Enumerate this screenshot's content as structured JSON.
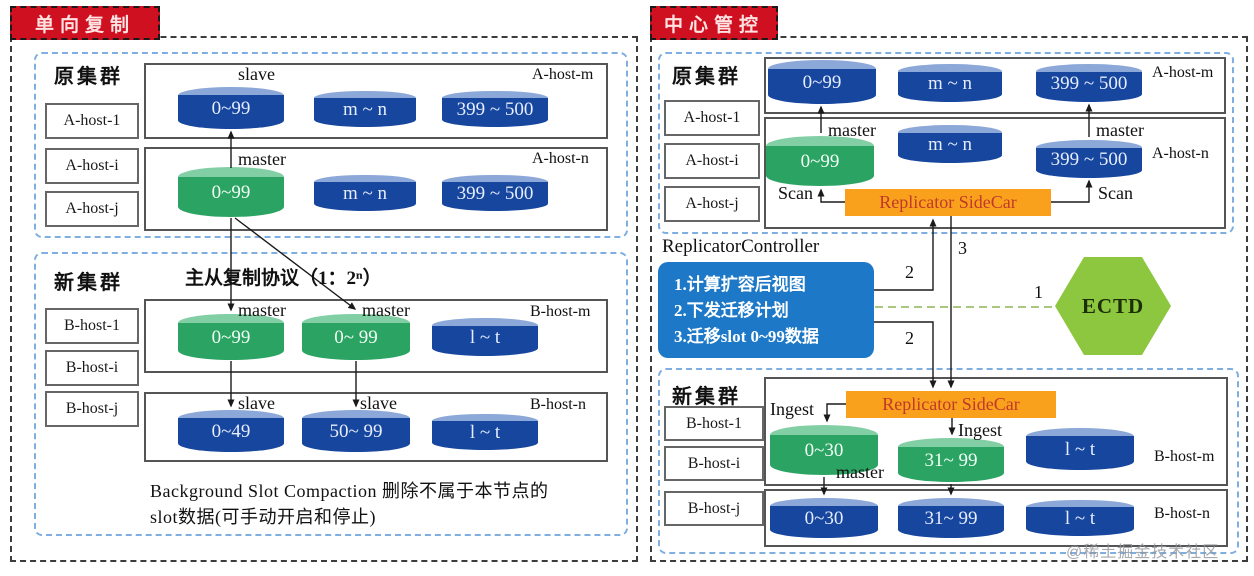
{
  "watermark": "@稀土掘金技术社区",
  "left": {
    "badge": "单向复制",
    "orig": {
      "label": "原集群",
      "hosts": [
        "A-host-1",
        "A-host-i",
        "A-host-j"
      ]
    },
    "hostm": {
      "name": "A-host-m",
      "role": "slave",
      "cyl1": "0~99",
      "cyl2": "m ~ n",
      "cyl3": "399 ~ 500"
    },
    "hostn": {
      "name": "A-host-n",
      "role": "master",
      "cyl1": "0~99",
      "cyl2": "m ~ n",
      "cyl3": "399 ~ 500"
    },
    "neo": {
      "label": "新集群",
      "hosts": [
        "B-host-1",
        "B-host-i",
        "B-host-j"
      ]
    },
    "protocol": "主从复制协议（1：2ⁿ）",
    "hostbm": {
      "name": "B-host-m",
      "role1": "master",
      "role2": "master",
      "cyl1": "0~99",
      "cyl2": "0~ 99",
      "cyl3": "l ~ t"
    },
    "hostbn": {
      "name": "B-host-n",
      "role1": "slave",
      "role2": "slave",
      "cyl1": "0~49",
      "cyl2": "50~ 99",
      "cyl3": "l ~ t"
    },
    "footnote1": "Background Slot Compaction 删除不属于本节点的",
    "footnote2": "slot数据(可手动开启和停止)"
  },
  "right": {
    "badge": "中心管控",
    "orig": {
      "label": "原集群",
      "hosts": [
        "A-host-1",
        "A-host-i",
        "A-host-j"
      ]
    },
    "hostm": {
      "name": "A-host-m",
      "cyl1": "0~99",
      "cyl2": "m ~ n",
      "cyl3": "399 ~ 500"
    },
    "hostn": {
      "name": "A-host-n",
      "master1": "master",
      "master2": "master",
      "scan1": "Scan",
      "scan2": "Scan",
      "sidecar": "Replicator SideCar",
      "cyl1": "0~99",
      "cyl2": "m ~ n",
      "cyl3": "399 ~ 500"
    },
    "controller": {
      "title": "ReplicatorController",
      "step1": "1.计算扩容后视图",
      "step2": "2.下发迁移计划",
      "step3": "3.迁移slot 0~99数据"
    },
    "etcd": "ECTD",
    "flow": {
      "n1": "1",
      "n2a": "2",
      "n2b": "2",
      "n3": "3"
    },
    "neo": {
      "label": "新集群",
      "hosts": [
        "B-host-1",
        "B-host-i",
        "B-host-j"
      ]
    },
    "hostbm": {
      "name": "B-host-m",
      "sidecar": "Replicator SideCar",
      "ingest1": "Ingest",
      "ingest2": "Ingest",
      "master": "master",
      "cyl1": "0~30",
      "cyl2": "31~ 99",
      "cyl3": "l ~ t"
    },
    "hostbn": {
      "name": "B-host-n",
      "cyl1": "0~30",
      "cyl2": "31~ 99",
      "cyl3": "l ~ t"
    }
  },
  "colors": {
    "badge": "#cf1020",
    "blue_cyl": "#17469e",
    "green_cyl": "#2ba363",
    "sidecar": "#f9a11c",
    "controller": "#1d79c7",
    "etcd": "#8dc63f"
  }
}
